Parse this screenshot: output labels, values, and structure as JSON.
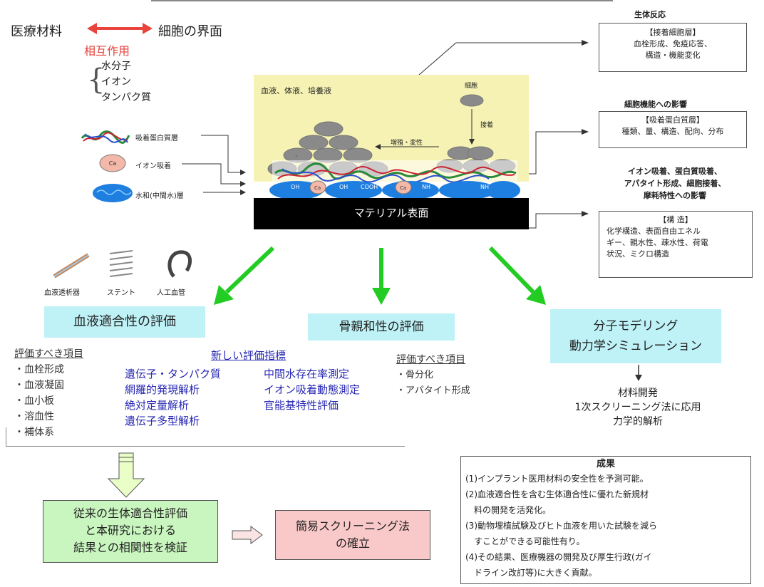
{
  "top_left": {
    "left_label": "医療材料",
    "right_label": "細胞の界面",
    "interaction": "相互作用",
    "items": [
      "水分子",
      "イオン",
      "タンパク質"
    ]
  },
  "legend_small": {
    "protein": "吸着蛋白質層",
    "ion": "イオン吸着",
    "water": "水和(中間水)層"
  },
  "central": {
    "fluid": "血液、体液、培養液",
    "cell": "細胞",
    "adhesion": "接着",
    "proliferation": "増殖・変性",
    "surface": "マテリアル表面",
    "ions": [
      "OH",
      "Ca",
      "OH",
      "COOH",
      "Ca",
      "NH",
      "NH"
    ]
  },
  "right": {
    "bio_title": "生体反応",
    "bio_box": [
      "【接着細胞層】",
      "血栓形成、免疫応答、",
      "構造・機能変化"
    ],
    "cell_title": "細胞機能への影響",
    "cell_box": [
      "【吸着蛋白質層】",
      "種類、量、構造、配向、分布"
    ],
    "effect_title": [
      "イオン吸着、蛋白質吸着、",
      "アパタイト形成、細胞接着、",
      "摩耗特性への影響"
    ],
    "struct_box": [
      "【構 造】",
      "化学構造、表面自由エネル",
      "ギー、親水性、疎水性、荷電",
      "状況、ミクロ構造"
    ]
  },
  "devices": {
    "labels": [
      "血液透析器",
      "ステント",
      "人工血管"
    ]
  },
  "evaluations": {
    "blood": "血液適合性の評価",
    "bone": "骨親和性の評価",
    "mol_line1": "分子モデリング",
    "mol_line2": "動力学シミュレーション"
  },
  "blood_items": {
    "title": "評価すべき項目",
    "items": [
      "・血栓形成",
      "・血液凝固",
      "・血小板",
      "・溶血性",
      "・補体系"
    ]
  },
  "new_indices": {
    "title": "新しい評価指標",
    "col1": [
      "遺伝子・タンパク質",
      "網羅的発現解析",
      "絶対定量解析",
      "遺伝子多型解析"
    ],
    "col2": [
      "中間水存在率測定",
      "イオン吸着動態測定",
      "官能基特性評価"
    ]
  },
  "bone_items": {
    "title": "評価すべき項目",
    "items": [
      "・骨分化",
      "・アパタイト形成"
    ]
  },
  "mol_result": [
    "材料開発",
    "1次スクリーニング法に応用",
    "力学的解析"
  ],
  "bottom": {
    "verify": [
      "従来の生体適合性評価",
      "と本研究における",
      "結果との相関性を検証"
    ],
    "screen": [
      "簡易スクリーニング法",
      "の確立"
    ]
  },
  "results": {
    "title": "成果",
    "items": [
      "(1)インプラント医用材料の安全性を予測可能。",
      "(2)血液適合性を含む生体適合性に優れた新規材",
      "　料の開発を活発化。",
      "(3)動物埋植試験及びヒト血液を用いた試験を減ら",
      "　すことができる可能性有り。",
      "(4)その結果、医療機器の開発及び厚生行政(ガイ",
      "　ドライン改訂等)に大きく貢献。"
    ]
  },
  "colors": {
    "arrow_green": "#22cc22",
    "fluid_bg": "#f6f2b4",
    "blue_label": "#bff2f7",
    "green_box": "#c9f5bf",
    "pink_box": "#f9c9c9",
    "red": "#e8433c"
  }
}
